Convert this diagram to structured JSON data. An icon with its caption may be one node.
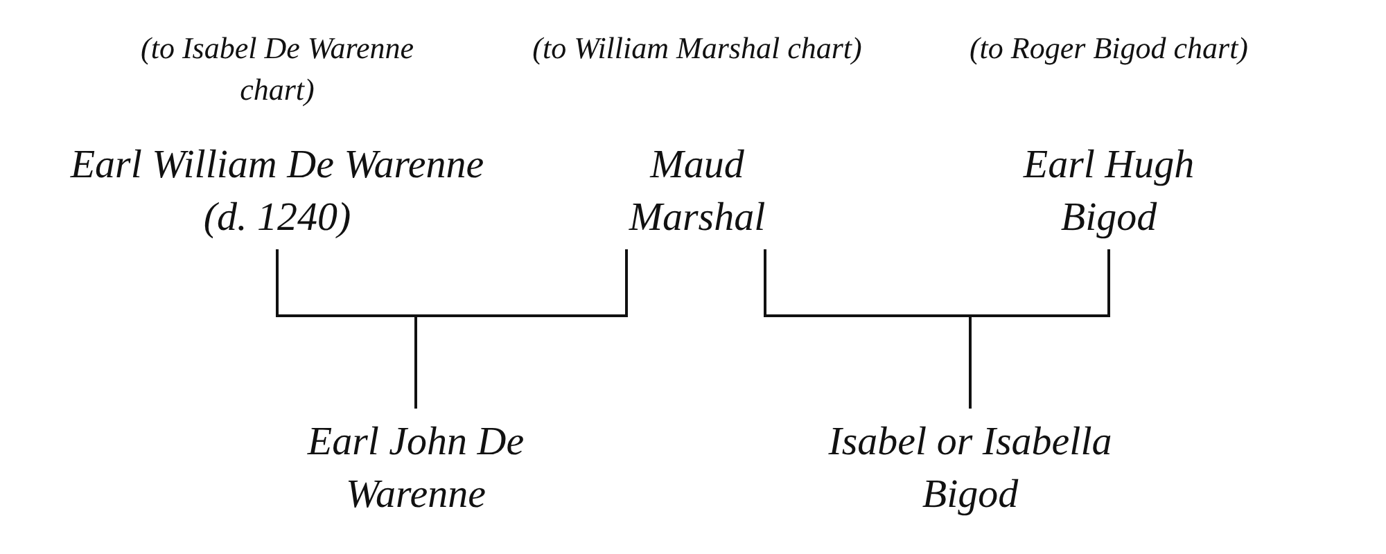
{
  "diagram": {
    "nodes": [
      {
        "text": [
          "Earl William De Warenne (d. 1240)"
        ],
        "beside": [
          "(to Isabel De Warenne chart)"
        ]
      },
      {
        "text": [
          "Maud Marshal"
        ],
        "beside": [
          "(to William Marshal chart)"
        ]
      },
      {
        "text": [
          "Earl Hugh Bigod"
        ],
        "beside": [
          "(to Roger Bigod chart)"
        ]
      },
      {
        "text": [
          "Earl John De Warenne"
        ]
      },
      {
        "text": [
          "Isabel or Isabella Bigod"
        ]
      }
    ],
    "edges": [
      {
        "from": 0,
        "to": 3,
        "arrow": "none"
      },
      {
        "from": 1,
        "to": 3,
        "arrow": "none"
      },
      {
        "from": 1,
        "to": 4,
        "arrow": "none"
      },
      {
        "from": 2,
        "to": 4,
        "arrow": "none"
      }
    ]
  }
}
